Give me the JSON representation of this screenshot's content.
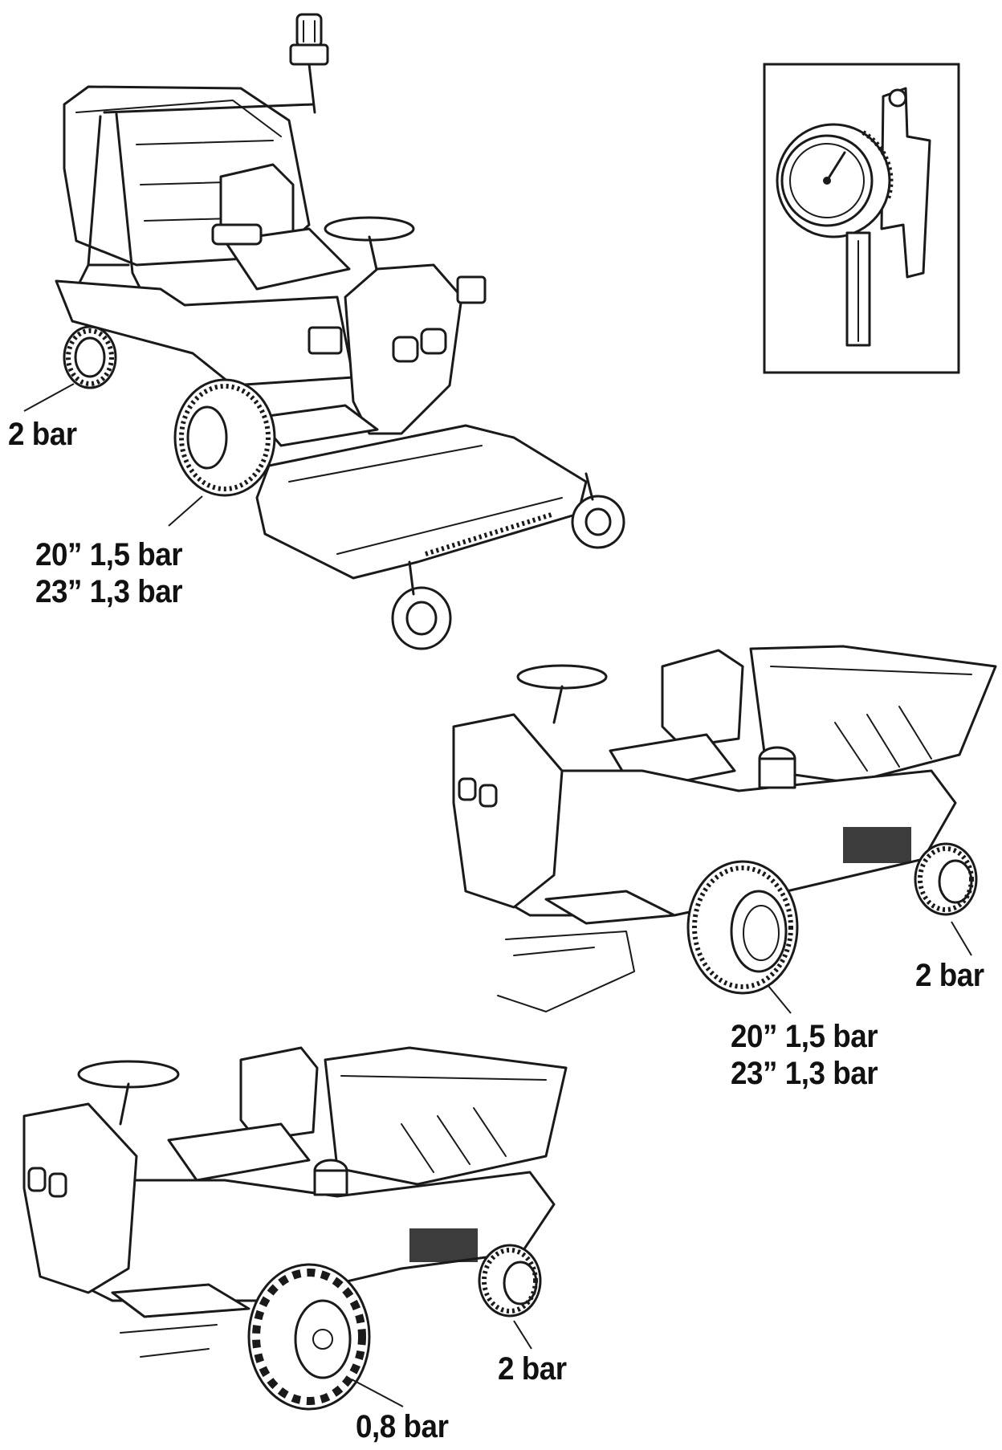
{
  "figures": {
    "front_mower": {
      "rear_wheel_pressure": "2 bar",
      "drive_wheel_pressure": [
        "20” 1,5 bar",
        "23” 1,3 bar"
      ]
    },
    "spreader_tractor": {
      "rear_wheel_pressure": "2 bar",
      "drive_wheel_pressure": [
        "20” 1,5 bar",
        "23” 1,3 bar"
      ]
    },
    "agri_tire_tractor": {
      "rear_wheel_pressure": "2 bar",
      "drive_wheel_pressure": "0,8 bar"
    },
    "inset": {
      "icon": "tire-pressure-gauge-icon"
    }
  }
}
